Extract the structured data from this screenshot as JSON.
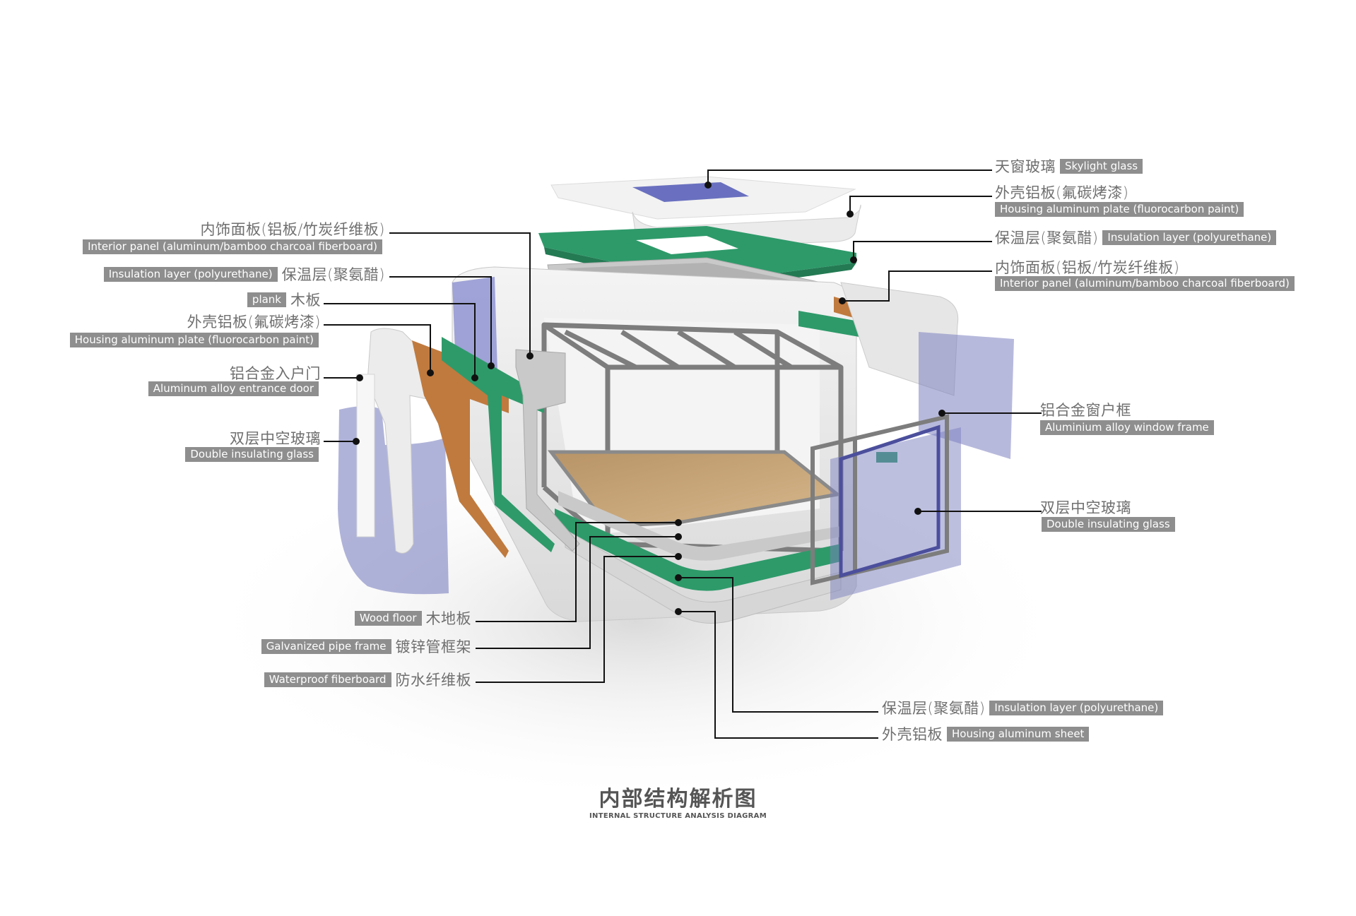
{
  "title": {
    "cn": "内部结构解析图",
    "en": "INTERNAL STRUCTURE ANALYSIS DIAGRAM"
  },
  "colors": {
    "insulation_green": "#2e9a6a",
    "plank_brown": "#c07a3e",
    "glass_purple": "#7c80c0",
    "frame_gray": "#8a8a8a",
    "wood_floor": "#c8a679",
    "shell_white": "#ededed",
    "label_bg": "#8e8e8e",
    "leader_line": "#111111"
  },
  "labels": {
    "right": [
      {
        "cn": "天窗玻璃",
        "en": "Skylight glass"
      },
      {
        "cn": "外壳铝板(氟碳烤漆)",
        "en": "Housing aluminum plate (fluorocarbon paint)"
      },
      {
        "cn": "保温层(聚氨醋)",
        "en": "Insulation layer (polyurethane)"
      },
      {
        "cn": "内饰面板(铝板/竹炭纤维板)",
        "en": "Interior panel (aluminum/bamboo charcoal fiberboard)"
      },
      {
        "cn": "铝合金窗户框",
        "en": "Aluminium alloy window frame"
      },
      {
        "cn": "双层中空玻璃",
        "en": "Double insulating glass"
      },
      {
        "cn": "保温层(聚氨醋)",
        "en": "Insulation layer (polyurethane)"
      },
      {
        "cn": "外壳铝板",
        "en": "Housing aluminum sheet"
      }
    ],
    "left": [
      {
        "cn": "内饰面板(铝板/竹炭纤维板)",
        "en": "Interior panel (aluminum/bamboo charcoal fiberboard)"
      },
      {
        "cn": "保温层(聚氨醋)",
        "en": "Insulation layer (polyurethane)"
      },
      {
        "cn": "木板",
        "en": "plank"
      },
      {
        "cn": "外壳铝板(氟碳烤漆)",
        "en": "Housing aluminum plate (fluorocarbon paint)"
      },
      {
        "cn": "铝合金入户门",
        "en": "Aluminum alloy entrance door"
      },
      {
        "cn": "双层中空玻璃",
        "en": "Double insulating glass"
      },
      {
        "cn": "木地板",
        "en": "Wood floor"
      },
      {
        "cn": "镀锌管框架",
        "en": "Galvanized pipe frame"
      },
      {
        "cn": "防水纤维板",
        "en": "Waterproof fiberboard"
      }
    ]
  }
}
